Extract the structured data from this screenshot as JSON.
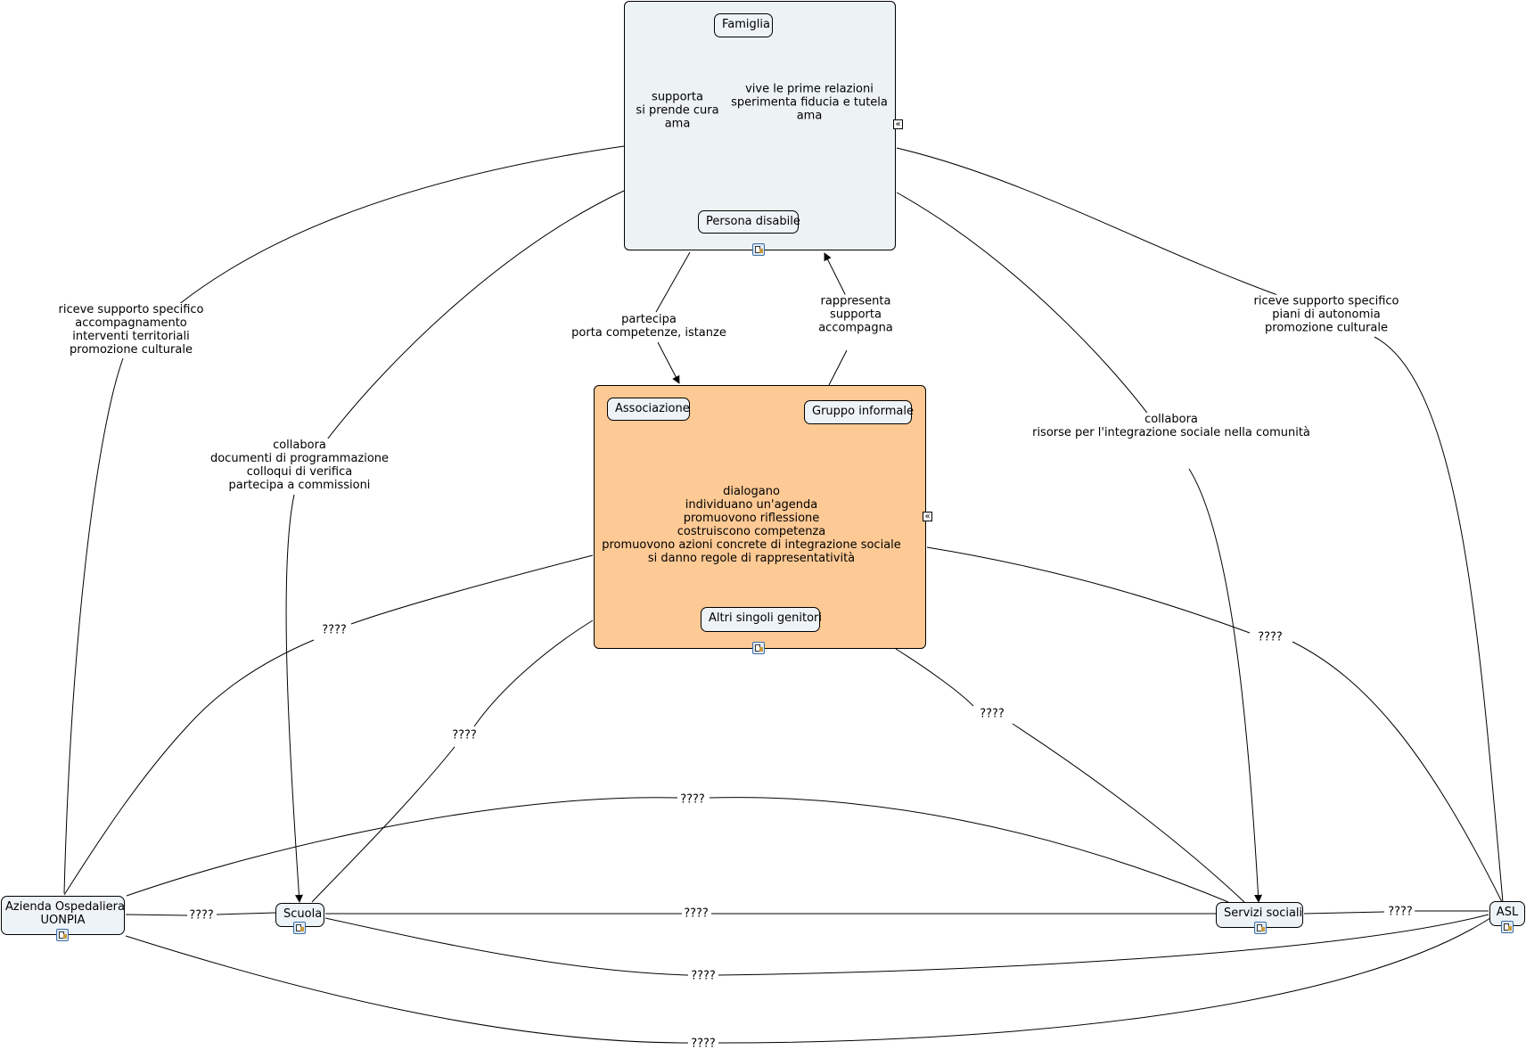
{
  "nodes": {
    "famiglia": "Famiglia",
    "persona_disabile": "Persona disabile",
    "associazione": "Associazione",
    "gruppo_informale": "Gruppo informale",
    "altri_genitori": "Altri singoli genitori",
    "azienda": "Azienda Ospedaliera\nUONPIA",
    "scuola": "Scuola",
    "servizi_sociali": "Servizi sociali",
    "asl": "ASL"
  },
  "labels": {
    "supporta": "supporta\nsi prende cura\nama",
    "vive": "vive le prime relazioni\nsperimenta fiducia e tutela\nama",
    "partecipa": "partecipa\nporta competenze, istanze",
    "rappresenta": "rappresenta\nsupporta\naccompagna",
    "dialogano": "dialogano\nindividuano un'agenda\npromuovono riflessione\ncostruiscono competenza\npromuovono azioni concrete di integrazione sociale\nsi danno regole di rappresentatività",
    "riceve_left": "riceve supporto specifico\naccompagnamento\ninterventi territoriali\npromozione culturale",
    "collabora_left": "collabora\ndocumenti di programmazione\ncolloqui di verifica\npartecipa a commissioni",
    "collabora_right": "collabora\nrisorse per l'integrazione sociale nella comunità",
    "riceve_right": "riceve supporto specifico\npiani di autonomia\npromozione culturale",
    "q_assoc_azienda": "????",
    "q_assoc_scuola": "????",
    "q_assoc_servizi": "????",
    "q_assoc_asl": "????",
    "q_azienda_servizi": "????",
    "q_azienda_scuola": "????",
    "q_scuola_servizi": "????",
    "q_servizi_asl": "????",
    "q_scuola_asl": "????",
    "q_azienda_asl": "????"
  },
  "icons": {
    "document": "document-icon",
    "collapse": "collapse-icon"
  },
  "colors": {
    "top_group_fill": "#edf2f5",
    "middle_group_fill": "#fdc994",
    "node_fill": "#eef3f7",
    "line": "#000000"
  }
}
